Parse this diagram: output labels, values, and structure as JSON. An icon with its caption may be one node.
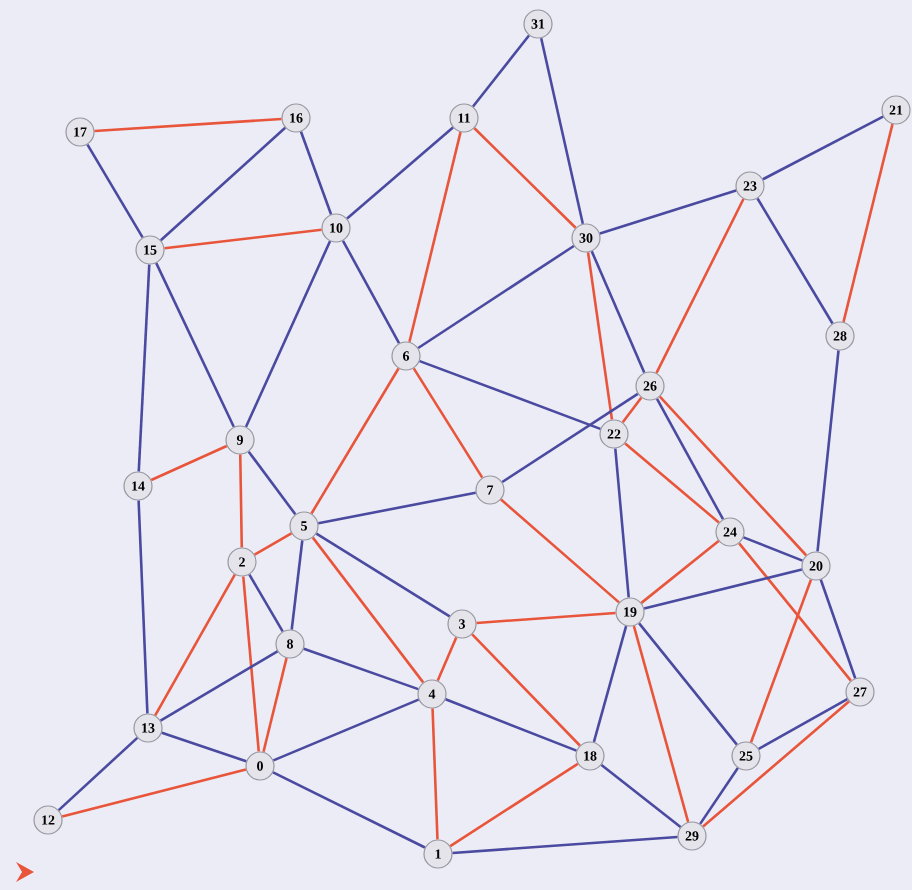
{
  "diagram": {
    "nodes": [
      {
        "text": [
          "0"
        ]
      },
      {
        "text": [
          "1"
        ]
      },
      {
        "text": [
          "2"
        ]
      },
      {
        "text": [
          "3"
        ]
      },
      {
        "text": [
          "4"
        ]
      },
      {
        "text": [
          "5"
        ]
      },
      {
        "text": [
          "6"
        ]
      },
      {
        "text": [
          "7"
        ]
      },
      {
        "text": [
          "8"
        ]
      },
      {
        "text": [
          "9"
        ]
      },
      {
        "text": [
          "10"
        ]
      },
      {
        "text": [
          "11"
        ]
      },
      {
        "text": [
          "12"
        ]
      },
      {
        "text": [
          "13"
        ]
      },
      {
        "text": [
          "14"
        ]
      },
      {
        "text": [
          "15"
        ]
      },
      {
        "text": [
          "16"
        ]
      },
      {
        "text": [
          "17"
        ]
      },
      {
        "text": [
          "18"
        ]
      },
      {
        "text": [
          "19"
        ]
      },
      {
        "text": [
          "20"
        ]
      },
      {
        "text": [
          "21"
        ]
      },
      {
        "text": [
          "22"
        ]
      },
      {
        "text": [
          "23"
        ]
      },
      {
        "text": [
          "24"
        ]
      },
      {
        "text": [
          "25"
        ]
      },
      {
        "text": [
          "26"
        ]
      },
      {
        "text": [
          "27"
        ]
      },
      {
        "text": [
          "28"
        ]
      },
      {
        "text": [
          "29"
        ]
      },
      {
        "text": [
          "30"
        ]
      },
      {
        "text": [
          "31"
        ]
      }
    ],
    "edges": [
      {
        "from": 17,
        "to": 16,
        "arrow": "none",
        "color": "#e8553a"
      },
      {
        "from": 17,
        "to": 15,
        "arrow": "none"
      },
      {
        "from": 16,
        "to": 15,
        "arrow": "none"
      },
      {
        "from": 16,
        "to": 10,
        "arrow": "none"
      },
      {
        "from": 15,
        "to": 10,
        "arrow": "none",
        "color": "#e8553a"
      },
      {
        "from": 15,
        "to": 9,
        "arrow": "none"
      },
      {
        "from": 15,
        "to": 14,
        "arrow": "none"
      },
      {
        "from": 14,
        "to": 13,
        "arrow": "none"
      },
      {
        "from": 10,
        "to": 11,
        "arrow": "none"
      },
      {
        "from": 10,
        "to": 9,
        "arrow": "none"
      },
      {
        "from": 10,
        "to": 6,
        "arrow": "none"
      },
      {
        "from": 11,
        "to": 31,
        "arrow": "none"
      },
      {
        "from": 11,
        "to": 6,
        "arrow": "none",
        "color": "#e8553a"
      },
      {
        "from": 11,
        "to": 30,
        "arrow": "none",
        "color": "#e8553a"
      },
      {
        "from": 31,
        "to": 30,
        "arrow": "none"
      },
      {
        "from": 30,
        "to": 23,
        "arrow": "none"
      },
      {
        "from": 30,
        "to": 6,
        "arrow": "none"
      },
      {
        "from": 30,
        "to": 22,
        "arrow": "none",
        "color": "#e8553a"
      },
      {
        "from": 30,
        "to": 26,
        "arrow": "none"
      },
      {
        "from": 23,
        "to": 21,
        "arrow": "none"
      },
      {
        "from": 23,
        "to": 26,
        "arrow": "none",
        "color": "#e8553a"
      },
      {
        "from": 23,
        "to": 28,
        "arrow": "none"
      },
      {
        "from": 21,
        "to": 28,
        "arrow": "none",
        "color": "#e8553a"
      },
      {
        "from": 28,
        "to": 20,
        "arrow": "none"
      },
      {
        "from": 6,
        "to": 5,
        "arrow": "none",
        "color": "#e8553a"
      },
      {
        "from": 6,
        "to": 7,
        "arrow": "none",
        "color": "#e8553a"
      },
      {
        "from": 6,
        "to": 22,
        "arrow": "none"
      },
      {
        "from": 7,
        "to": 26,
        "arrow": "none"
      },
      {
        "from": 26,
        "to": 22,
        "arrow": "none",
        "color": "#e8553a"
      },
      {
        "from": 26,
        "to": 24,
        "arrow": "none"
      },
      {
        "from": 26,
        "to": 20,
        "arrow": "none",
        "color": "#e8553a"
      },
      {
        "from": 22,
        "to": 19,
        "arrow": "none"
      },
      {
        "from": 22,
        "to": 24,
        "arrow": "none",
        "color": "#e8553a"
      },
      {
        "from": 24,
        "to": 20,
        "arrow": "none"
      },
      {
        "from": 24,
        "to": 19,
        "arrow": "none",
        "color": "#e8553a"
      },
      {
        "from": 24,
        "to": 27,
        "arrow": "none",
        "color": "#e8553a"
      },
      {
        "from": 20,
        "to": 27,
        "arrow": "none"
      },
      {
        "from": 20,
        "to": 19,
        "arrow": "none"
      },
      {
        "from": 20,
        "to": 25,
        "arrow": "none",
        "color": "#e8553a"
      },
      {
        "from": 27,
        "to": 25,
        "arrow": "none"
      },
      {
        "from": 27,
        "to": 29,
        "arrow": "none",
        "color": "#e8553a"
      },
      {
        "from": 25,
        "to": 29,
        "arrow": "none"
      },
      {
        "from": 19,
        "to": 25,
        "arrow": "none"
      },
      {
        "from": 19,
        "to": 29,
        "arrow": "none",
        "color": "#e8553a"
      },
      {
        "from": 19,
        "to": 18,
        "arrow": "none"
      },
      {
        "from": 19,
        "to": 3,
        "arrow": "none",
        "color": "#e8553a"
      },
      {
        "from": 7,
        "to": 19,
        "arrow": "none",
        "color": "#e8553a"
      },
      {
        "from": 3,
        "to": 18,
        "arrow": "none",
        "color": "#e8553a"
      },
      {
        "from": 3,
        "to": 4,
        "arrow": "none",
        "color": "#e8553a"
      },
      {
        "from": 3,
        "to": 5,
        "arrow": "none"
      },
      {
        "from": 4,
        "to": 18,
        "arrow": "none"
      },
      {
        "from": 18,
        "to": 1,
        "arrow": "none",
        "color": "#e8553a"
      },
      {
        "from": 18,
        "to": 29,
        "arrow": "none"
      },
      {
        "from": 1,
        "to": 29,
        "arrow": "none"
      },
      {
        "from": 4,
        "to": 1,
        "arrow": "none",
        "color": "#e8553a"
      },
      {
        "from": 4,
        "to": 5,
        "arrow": "none",
        "color": "#e8553a"
      },
      {
        "from": 4,
        "to": 8,
        "arrow": "none"
      },
      {
        "from": 4,
        "to": 0,
        "arrow": "none"
      },
      {
        "from": 0,
        "to": 1,
        "arrow": "none"
      },
      {
        "from": 0,
        "to": 13,
        "arrow": "none"
      },
      {
        "from": 0,
        "to": 12,
        "arrow": "none",
        "color": "#e8553a"
      },
      {
        "from": 0,
        "to": 2,
        "arrow": "none",
        "color": "#e8553a"
      },
      {
        "from": 0,
        "to": 8,
        "arrow": "none",
        "color": "#e8553a"
      },
      {
        "from": 12,
        "to": 13,
        "arrow": "none"
      },
      {
        "from": 13,
        "to": 2,
        "arrow": "none",
        "color": "#e8553a"
      },
      {
        "from": 13,
        "to": 8,
        "arrow": "none"
      },
      {
        "from": 8,
        "to": 5,
        "arrow": "none"
      },
      {
        "from": 8,
        "to": 2,
        "arrow": "none"
      },
      {
        "from": 2,
        "to": 5,
        "arrow": "none",
        "color": "#e8553a"
      },
      {
        "from": 2,
        "to": 9,
        "arrow": "none",
        "color": "#e8553a"
      },
      {
        "from": 9,
        "to": 5,
        "arrow": "none"
      },
      {
        "from": 9,
        "to": 14,
        "arrow": "none",
        "color": "#e8553a"
      },
      {
        "from": 5,
        "to": 7,
        "arrow": "none"
      }
    ]
  }
}
